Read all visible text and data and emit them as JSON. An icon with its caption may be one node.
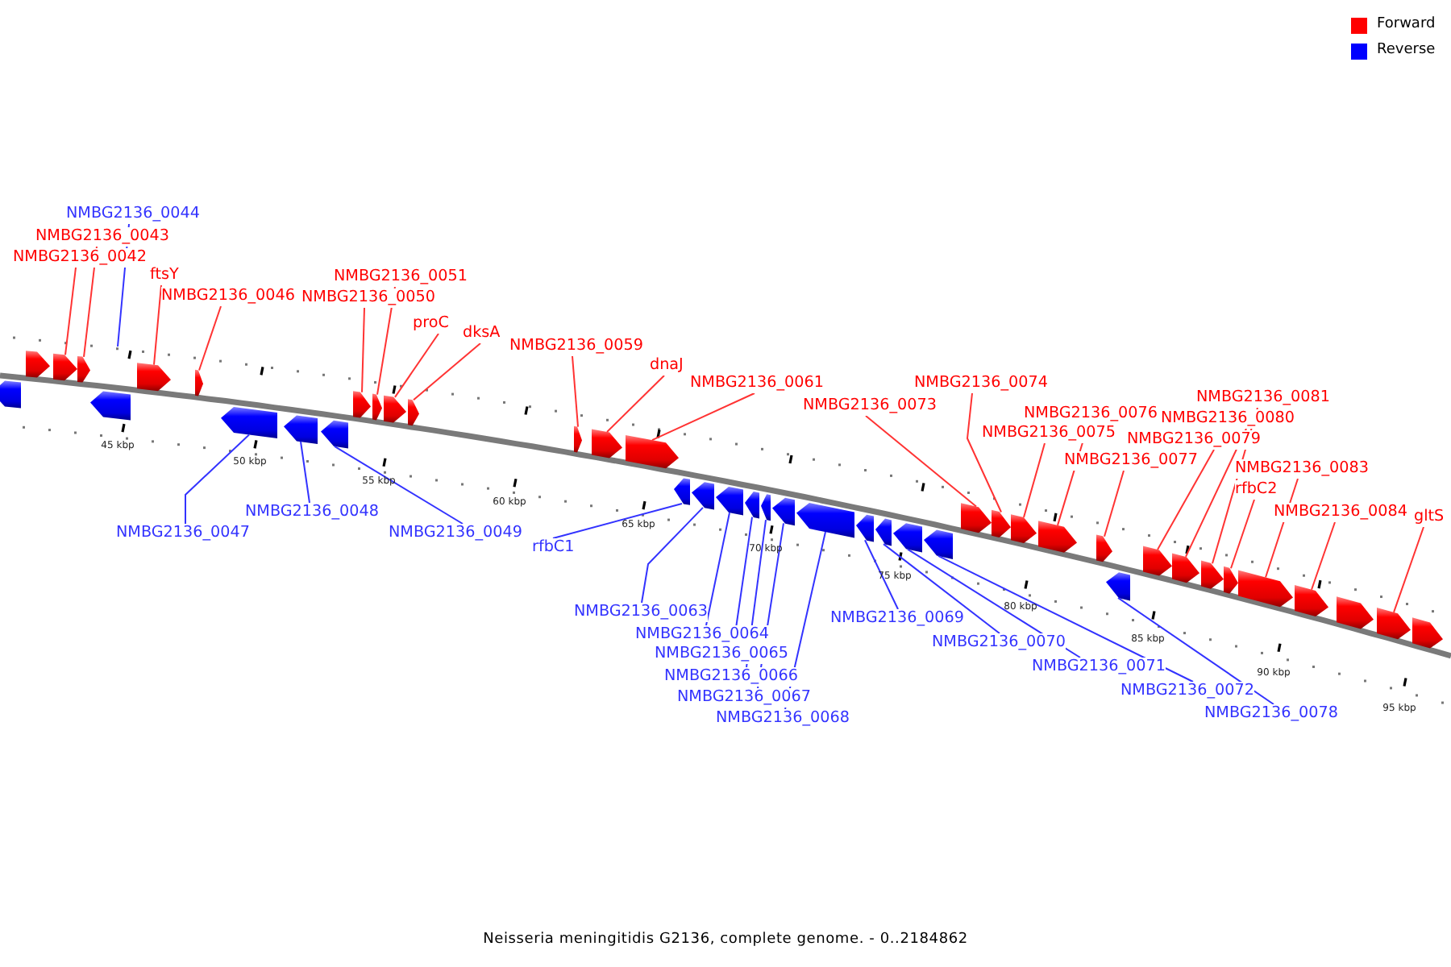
{
  "diagram": {
    "caption": "Neisseria meningitidis G2136, complete genome. - 0..2184862",
    "nodes": [
      {
        "text": [
          "NMBG2136_0044"
        ]
      },
      {
        "text": [
          "NMBG2136_0043"
        ]
      },
      {
        "text": [
          "NMBG2136_0042"
        ]
      },
      {
        "text": [
          "ftsY"
        ]
      },
      {
        "text": [
          "NMBG2136_0046"
        ]
      },
      {
        "text": [
          "NMBG2136_0051"
        ]
      },
      {
        "text": [
          "NMBG2136_0050"
        ]
      },
      {
        "text": [
          "proC"
        ]
      },
      {
        "text": [
          "dksA"
        ]
      },
      {
        "text": [
          "NMBG2136_0059"
        ]
      },
      {
        "text": [
          "dnaJ"
        ]
      },
      {
        "text": [
          "NMBG2136_0061"
        ]
      },
      {
        "text": [
          "NMBG2136_0074"
        ]
      },
      {
        "text": [
          "NMBG2136_0073"
        ]
      },
      {
        "text": [
          "NMBG2136_0081"
        ]
      },
      {
        "text": [
          "NMBG2136_0076"
        ]
      },
      {
        "text": [
          "NMBG2136_0080"
        ]
      },
      {
        "text": [
          "NMBG2136_0075"
        ]
      },
      {
        "text": [
          "NMBG2136_0079"
        ]
      },
      {
        "text": [
          "NMBG2136_0077"
        ]
      },
      {
        "text": [
          "NMBG2136_0083"
        ]
      },
      {
        "text": [
          "rfbC2"
        ]
      },
      {
        "text": [
          "NMBG2136_0084"
        ]
      },
      {
        "text": [
          "gltS"
        ]
      },
      {
        "text": [
          "NMBG2136_0048"
        ]
      },
      {
        "text": [
          "NMBG2136_0047"
        ]
      },
      {
        "text": [
          "NMBG2136_0049"
        ]
      },
      {
        "text": [
          "rfbC1"
        ]
      },
      {
        "text": [
          "NMBG2136_0063"
        ]
      },
      {
        "text": [
          "NMBG2136_0069"
        ]
      },
      {
        "text": [
          "NMBG2136_0064"
        ]
      },
      {
        "text": [
          "NMBG2136_0070"
        ]
      },
      {
        "text": [
          "NMBG2136_0065"
        ]
      },
      {
        "text": [
          "NMBG2136_0071"
        ]
      },
      {
        "text": [
          "NMBG2136_0066"
        ]
      },
      {
        "text": [
          "NMBG2136_0072"
        ]
      },
      {
        "text": [
          "NMBG2136_0067"
        ]
      },
      {
        "text": [
          "NMBG2136_0078"
        ]
      },
      {
        "text": [
          "NMBG2136_0068"
        ]
      },
      {
        "text": [],
        "shape": "arrow"
      },
      {
        "text": [],
        "shape": "arrow"
      },
      {
        "text": [],
        "shape": "arrow"
      },
      {
        "text": [],
        "shape": "arrow"
      },
      {
        "text": [],
        "shape": "arrow"
      },
      {
        "text": [],
        "shape": "arrow"
      },
      {
        "text": [],
        "shape": "arrow"
      },
      {
        "text": [],
        "shape": "arrow"
      },
      {
        "text": [],
        "shape": "arrow"
      },
      {
        "text": [],
        "shape": "arrow"
      },
      {
        "text": [],
        "shape": "arrow"
      },
      {
        "text": [],
        "shape": "arrow"
      },
      {
        "text": [],
        "shape": "arrow"
      },
      {
        "text": [],
        "shape": "arrow"
      },
      {
        "text": [],
        "shape": "arrow"
      },
      {
        "text": [],
        "shape": "arrow"
      },
      {
        "text": [],
        "shape": "arrow"
      },
      {
        "text": [],
        "shape": "arrow"
      },
      {
        "text": [],
        "shape": "arrow"
      },
      {
        "text": [],
        "shape": "arrow"
      },
      {
        "text": [],
        "shape": "arrow"
      },
      {
        "text": [],
        "shape": "arrow"
      },
      {
        "text": [],
        "shape": "arrow"
      },
      {
        "text": [],
        "shape": "arrow"
      },
      {
        "text": [],
        "shape": "arrow"
      },
      {
        "text": [],
        "shape": "arrow"
      },
      {
        "text": [],
        "shape": "arrow"
      },
      {
        "text": [],
        "shape": "arrow"
      },
      {
        "text": [],
        "shape": "arrow"
      },
      {
        "text": [],
        "shape": "arrow"
      },
      {
        "text": [],
        "shape": "arrow"
      },
      {
        "text": [],
        "shape": "arrow"
      },
      {
        "text": [],
        "shape": "arrow"
      },
      {
        "text": [],
        "shape": "arrow"
      },
      {
        "text": [],
        "shape": "arrow"
      },
      {
        "text": [],
        "shape": "arrow"
      },
      {
        "text": [],
        "shape": "arrow"
      },
      {
        "text": [],
        "shape": "arrow"
      },
      {
        "text": [],
        "shape": "arrow"
      },
      {
        "text": [],
        "shape": "arrow"
      },
      {
        "text": [],
        "shape": "arrow"
      },
      {
        "text": [],
        "shape": "arrow"
      },
      {
        "text": [],
        "shape": "arrow"
      }
    ],
    "edges": [
      {
        "from": 0,
        "to": null,
        "arrow": "none",
        "color": "#3333ff"
      },
      {
        "from": 1,
        "to": 42,
        "arrow": "none"
      },
      {
        "from": 2,
        "to": 41,
        "arrow": "none"
      },
      {
        "from": 3,
        "to": 44,
        "arrow": "none"
      },
      {
        "from": 4,
        "to": 45,
        "arrow": "none"
      },
      {
        "from": 5,
        "to": 50,
        "arrow": "none"
      },
      {
        "from": 6,
        "to": 49,
        "arrow": "none"
      },
      {
        "from": 7,
        "to": 51,
        "arrow": "none"
      },
      {
        "from": 8,
        "to": 52,
        "arrow": "none"
      },
      {
        "from": 9,
        "to": 53,
        "arrow": "none"
      },
      {
        "from": 10,
        "to": 54,
        "arrow": "none"
      },
      {
        "from": 11,
        "to": 55,
        "arrow": "none"
      },
      {
        "from": 12,
        "to": 68,
        "arrow": "none"
      },
      {
        "from": 13,
        "to": 67,
        "arrow": "none"
      },
      {
        "from": 14,
        "to": 75,
        "arrow": "none"
      },
      {
        "from": 15,
        "to": 70,
        "arrow": "none"
      },
      {
        "from": 16,
        "to": 74,
        "arrow": "none"
      },
      {
        "from": 17,
        "to": 69,
        "arrow": "none"
      },
      {
        "from": 18,
        "to": 73,
        "arrow": "none"
      },
      {
        "from": 19,
        "to": 71,
        "arrow": "none"
      },
      {
        "from": 20,
        "to": 77,
        "arrow": "none"
      },
      {
        "from": 21,
        "to": 76,
        "arrow": "none"
      },
      {
        "from": 22,
        "to": 78,
        "arrow": "none"
      },
      {
        "from": 23,
        "to": 80,
        "arrow": "none"
      },
      {
        "from": 24,
        "to": 47,
        "arrow": "none",
        "color": "#3333ff"
      },
      {
        "from": 25,
        "to": 46,
        "arrow": "none",
        "color": "#3333ff"
      },
      {
        "from": 26,
        "to": 48,
        "arrow": "none",
        "color": "#3333ff"
      },
      {
        "from": 27,
        "to": 56,
        "arrow": "none",
        "color": "#3333ff"
      },
      {
        "from": 28,
        "to": 57,
        "arrow": "none",
        "color": "#3333ff"
      },
      {
        "from": 29,
        "to": 63,
        "arrow": "none",
        "color": "#3333ff"
      },
      {
        "from": 30,
        "to": 58,
        "arrow": "none",
        "color": "#3333ff"
      },
      {
        "from": 31,
        "to": 64,
        "arrow": "none",
        "color": "#3333ff"
      },
      {
        "from": 32,
        "to": 59,
        "arrow": "none",
        "color": "#3333ff"
      },
      {
        "from": 33,
        "to": 65,
        "arrow": "none",
        "color": "#3333ff"
      },
      {
        "from": 34,
        "to": 60,
        "arrow": "none",
        "color": "#3333ff"
      },
      {
        "from": 35,
        "to": 66,
        "arrow": "none",
        "color": "#3333ff"
      },
      {
        "from": 36,
        "to": 61,
        "arrow": "none",
        "color": "#3333ff"
      },
      {
        "from": 37,
        "to": 72,
        "arrow": "none",
        "color": "#3333ff"
      },
      {
        "from": 38,
        "to": 62,
        "arrow": "none",
        "color": "#3333ff"
      }
    ],
    "labels": [
      "45 kbp",
      "50 kbp",
      "55 kbp",
      "60 kbp",
      "65 kbp",
      "70 kbp",
      "75 kbp",
      "80 kbp",
      "85 kbp",
      "90 kbp",
      "95 kbp"
    ],
    "legend": [
      {
        "text": "Forward",
        "color": "#ff0000"
      },
      {
        "text": "Reverse",
        "color": "#0000ff"
      }
    ]
  }
}
